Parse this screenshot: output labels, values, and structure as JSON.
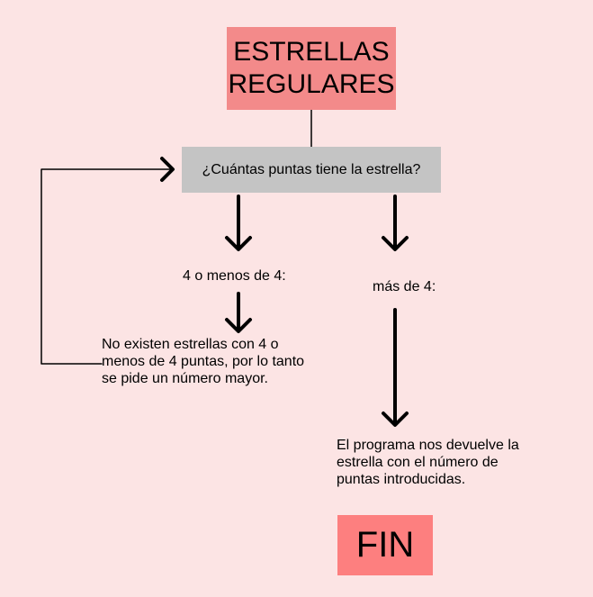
{
  "title": "ESTRELLAS\nREGULARES",
  "question": "¿Cuántas puntas tiene la estrella?",
  "branch_left": {
    "condition": "4 o menos de 4:",
    "result": "No existen estrellas con 4 o\nmenos de 4 puntas, por lo tanto\nse pide un número mayor."
  },
  "branch_right": {
    "condition": "más de 4:",
    "result": "El programa nos devuelve la\nestrella con el número de\npuntas introducidas."
  },
  "end": "FIN",
  "colors": {
    "background": "#fce4e4",
    "title_box": "#f38a8a",
    "question_box": "#c4c4c4",
    "end_box": "#fd7f7f"
  }
}
